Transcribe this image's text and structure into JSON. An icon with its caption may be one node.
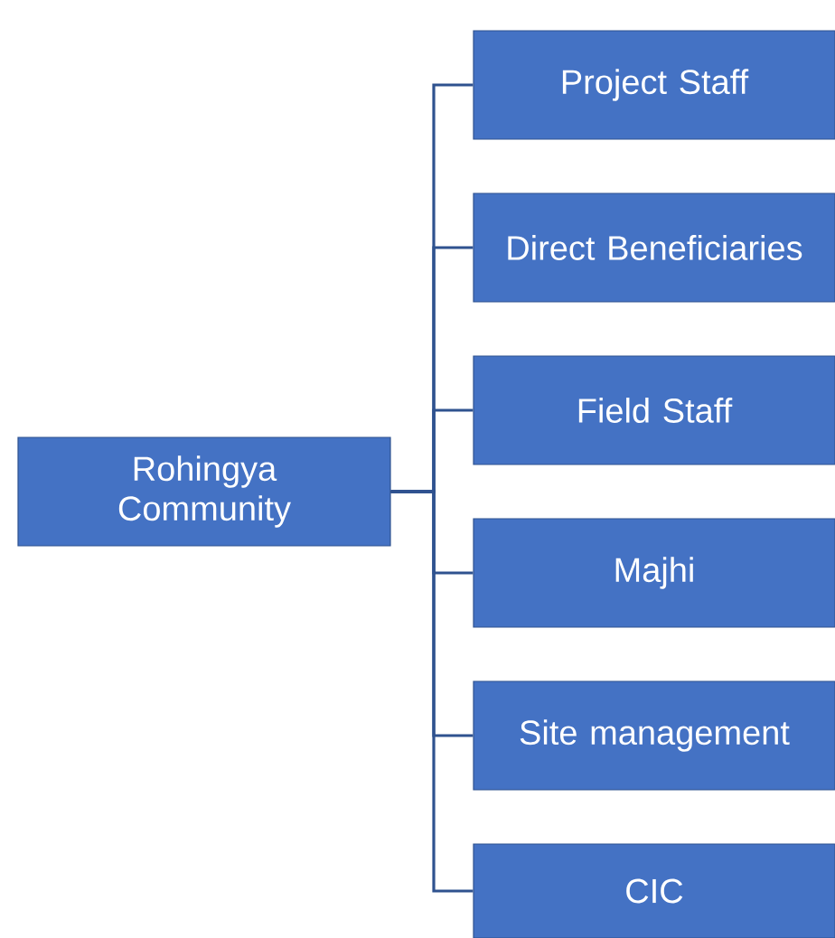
{
  "diagram": {
    "nodes": [
      {
        "text": [
          "Rohingya Community"
        ]
      },
      {
        "text": [
          "Project Staff"
        ]
      },
      {
        "text": [
          "Direct Beneficiaries"
        ]
      },
      {
        "text": [
          "Field Staff"
        ]
      },
      {
        "text": [
          "Majhi"
        ]
      },
      {
        "text": [
          "Site management"
        ]
      },
      {
        "text": [
          "CIC"
        ]
      }
    ],
    "edges": [
      {
        "from": 0,
        "to": 1,
        "arrow": "none"
      },
      {
        "from": 0,
        "to": 2,
        "arrow": "none"
      },
      {
        "from": 0,
        "to": 3,
        "arrow": "none"
      },
      {
        "from": 0,
        "to": 4,
        "arrow": "none"
      },
      {
        "from": 0,
        "to": 5,
        "arrow": "none"
      },
      {
        "from": 0,
        "to": 6,
        "arrow": "none"
      }
    ]
  }
}
